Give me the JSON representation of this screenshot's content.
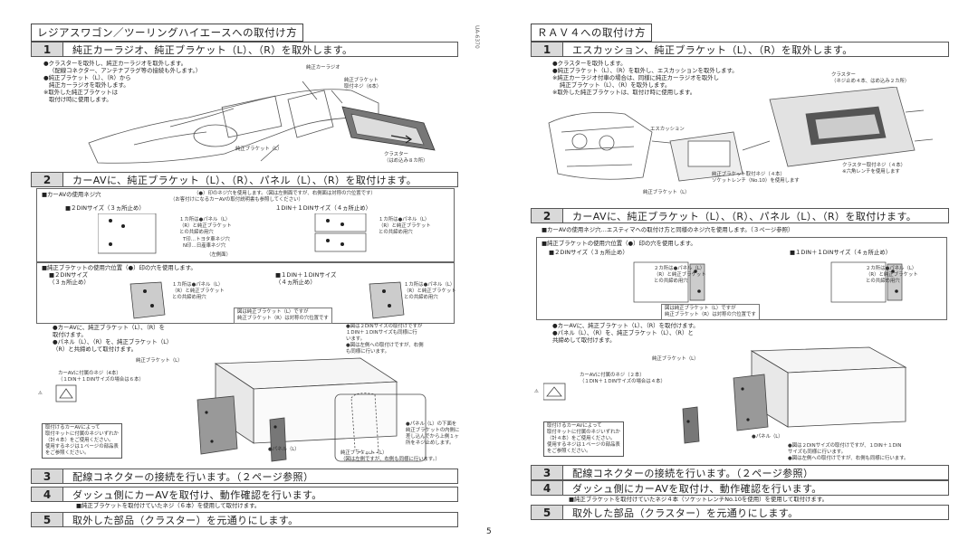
{
  "page_number": "5",
  "model_code": "UA-6370",
  "left": {
    "title": "レジアスワゴン／ツーリングハイエースへの取付け方",
    "step1": {
      "num": "1",
      "label": "純正カーラジオ、純正ブラケット（L）、（R）を取外します。",
      "notes": [
        "●クラスターを取外し、純正カーラジオを取外します。",
        "（配線コネクター、アンテナプラグ等の接続も外します。）",
        "●純正ブラケット（L）、（R）から",
        "純正カーラジオを取外します。",
        "※取外した純正ブラケットは",
        "取付け時に使用します。"
      ],
      "callouts": {
        "radio": "純正カーラジオ",
        "bracket_screw": "純正ブラケット\n取付ネジ（6本）",
        "bracket_l": "純正ブラケット（L）",
        "cluster": "クラスター\n（はめ込み８カ所）"
      }
    },
    "step2": {
      "num": "2",
      "label": "カーAVに、純正ブラケット（L）、（R）、パネル（L）、（R）を取付けます。",
      "screw_head": "■カーAVの使用ネジ穴",
      "screw_note": "（●）印のネジ穴を使用します。（図は左側面ですが、右側面は対称の穴位置です）",
      "screw_sub": "（お客付けになるカーAVの取付説明書も参照してください）",
      "din2": "■２DINサイズ（３ヵ所止め）",
      "din11": "１DIN＋１DINサイズ（４ヵ所止め）",
      "note_a": "１カ所は●パネル（L）\n（R）と純正ブラケット\nとの共締め用穴",
      "note_b": "１カ所は●パネル（L）\n（R）と純正ブラケット\nとの共締め用穴",
      "toyota_note": "T印…トヨタ車ネジ穴\nN印…日産車ネジ穴",
      "left_side": "（左側面）",
      "bracket_head": "■純正ブラケットの使用穴位置（●）印の穴を使用します。",
      "b_din2": "■２DINサイズ\n（３ヵ所止め）",
      "b_din11": "■１DIN＋１DINサイズ\n（４ヵ所止め）",
      "b_note": "図は純正ブラケット（L）ですが\n純正ブラケット（R）は対称の穴位置です",
      "bullets": "●カーAVに、純正ブラケット（L）、（R）を\n取付けます。\n●パネル（L）、（R）を、純正ブラケット（L）\n（R）と共締めして取付けます。",
      "right_note": "●図は２DINサイズの取付けですが\n１DIN＋１DINサイズも同様に行\nいます。\n●図は左側への取付けですが、右側\nも同様に行います。",
      "fig_bracket": "純正ブラケット（L）",
      "fig_screw": "カーAVに付属のネジ（4本）\n（１DIN＋１DINサイズの場合は６本）",
      "warn_box": "取付けるカーAVによって\n取付キットに付属のネジいずれか\n（計４本）をご使用ください。\n使用するネジは１ページの部品表\nをご参照ください。",
      "panel_l": "●パネル（L）",
      "panel_note": "●パネル（L）の下面を\n純正ブラケットの内側に\n差し込んでから上側１ヶ\n所をネジ止めします。",
      "fig_caption": "純正ブラケット（L）\n（図は左側ですが、右側も同様に行います。）"
    },
    "step3": {
      "num": "3",
      "label": "配線コネクターの接続を行います。（２ページ参照）"
    },
    "step4": {
      "num": "4",
      "label": "ダッシュ側にカーAVを取付け、動作確認を行います。",
      "note": "■純正ブラケットを取付けていたネジ（６本）を使用して取付けます。"
    },
    "step5": {
      "num": "5",
      "label": "取外した部品（クラスター）を元通りにします。"
    }
  },
  "right": {
    "title": "ＲＡＶ４への取付け方",
    "step1": {
      "num": "1",
      "label": "エスカッション、純正ブラケット（L）、（R）を取外します。",
      "notes": [
        "●クラスターを取外します。",
        "●純正ブラケット（L）、（R）を取外し、エスカッションを取外します。",
        "※純正カーラジオ付車の場合は、同様に純正カーラジオを取外し",
        "純正ブラケット（L）、（R）を取外します。",
        "※取外した純正ブラケットは、取付け時に使用します。"
      ],
      "callouts": {
        "cluster": "クラスター\n（ネジ止め４本、はめ込み２カ所）",
        "escutcheon": "エスカッション",
        "bracket_screw": "純正ブラケット取付ネジ（４本）\nソケットレンチ（No.10）を使用します",
        "cluster_screw": "クラスター取付ネジ（４本）\n※六角レンチを使用します",
        "bracket_l": "純正ブラケット（L）"
      }
    },
    "step2": {
      "num": "2",
      "label": "カーAVに、純正ブラケット（L）、（R）、パネル（L）、（R）を取付けます。",
      "screw_head": "■カーAVの使用ネジ穴…エスティマへの取付け方と同様のネジ穴を使用します。（３ページ参照）",
      "bracket_head": "■純正ブラケットの使用穴位置（●）印の穴を使用します。",
      "din2": "■２DINサイズ（３ヵ所止め）",
      "din11": "■１DIN＋１DINサイズ（４ヵ所止め）",
      "note_a": "２カ所は●パネル（L）\n（R）と純正ブラケット\nとの共締め用穴",
      "note_b": "２カ所は●パネル（L）\n（R）と純正ブラケット\nとの共締め用穴",
      "b_note": "図は純正ブラケット（L）ですが\n純正ブラケット（R）は対称の穴位置です",
      "bullets": "●カーAVに、純正ブラケット（L）、（R）を取付けます。\n●パネル（L）、（R）を、純正ブラケット（L）、（R）と\n共締めして取付けます。",
      "fig_bracket": "純正ブラケット（L）",
      "fig_screw": "カーAVに付属のネジ（２本）\n（１DIN＋１DINサイズの場合は４本）",
      "warn_box": "取付けるカーAVによって\n取付キットに付属のネジいずれか\n（計４本）をご使用ください。\n使用するネジは１ページの部品表\nをご参照ください。",
      "panel_l": "●パネル（L）",
      "right_note": "●図は２DINサイズの取付けですが、１DIN＋１DIN\nサイズも同様に行います。\n●図は左側への取付けですが、右側も同様に行います。"
    },
    "step3": {
      "num": "3",
      "label": "配線コネクターの接続を行います。（２ページ参照）"
    },
    "step4": {
      "num": "4",
      "label": "ダッシュ側にカーAVを取付け、動作確認を行います。",
      "note": "■純正ブラケットを取付けていたネジ４本（ソケットレンチNo.10を使用）を使用して取付けます。"
    },
    "step5": {
      "num": "5",
      "label": "取外した部品（クラスター）を元通りにします。"
    }
  }
}
